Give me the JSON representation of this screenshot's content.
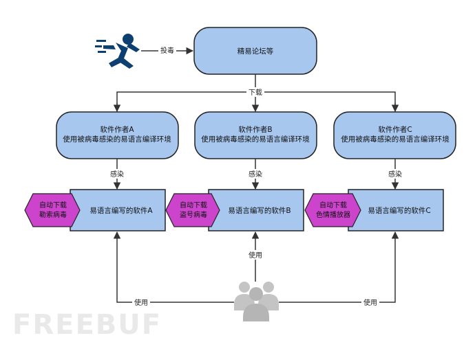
{
  "source": {
    "label": "投毒"
  },
  "top_node": {
    "label": "精易论坛等"
  },
  "edge_labels": {
    "download": "下载",
    "use_center": "使用",
    "use_left": "使用",
    "use_right": "使用"
  },
  "authors": [
    {
      "title": "软件作者A",
      "subtitle": "使用被病毒感染的易语言编译环境",
      "infect": "感染",
      "software": "易语言编写的软件A",
      "payload_line1": "自动下载",
      "payload_line2": "勒索病毒"
    },
    {
      "title": "软件作者B",
      "subtitle": "使用被病毒感染的易语言编译环境",
      "infect": "感染",
      "software": "易语言编写的软件B",
      "payload_line1": "自动下载",
      "payload_line2": "盗号病毒"
    },
    {
      "title": "软件作者C",
      "subtitle": "使用被病毒感染的易语言编译环境",
      "infect": "感染",
      "software": "易语言编写的软件C",
      "payload_line1": "自动下载",
      "payload_line2": "色情播放器"
    }
  ],
  "watermark": "FREEBUF",
  "icons": {
    "attacker": "running-man-icon",
    "users": "users-group-icon"
  },
  "colors": {
    "node_fill": "#a7c7ef",
    "node_stroke": "#222222",
    "payload_fill": "#cc44cc",
    "attacker_icon": "#0d3f70",
    "users_icon": "#c8c8c8",
    "watermark": "#e9e9e9"
  }
}
